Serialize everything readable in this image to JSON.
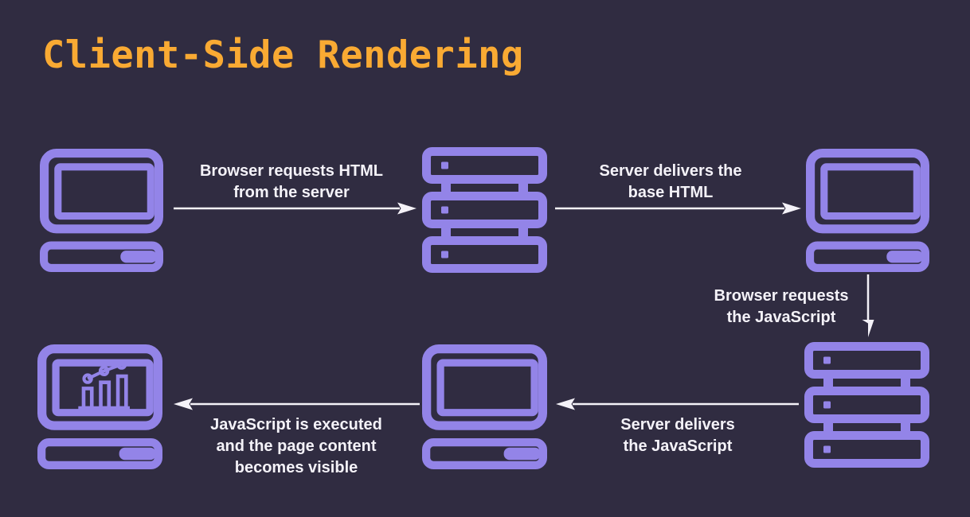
{
  "title": "Client-Side Rendering",
  "colors": {
    "background": "#302c41",
    "icon_purple": "#9384e8",
    "title_orange": "#f9aa33",
    "arrow_and_text_white": "#f4f2f8"
  },
  "nodes": [
    {
      "id": "browser-initial",
      "type": "computer"
    },
    {
      "id": "server-top",
      "type": "server"
    },
    {
      "id": "browser-top-right",
      "type": "computer"
    },
    {
      "id": "server-bottom-right",
      "type": "server"
    },
    {
      "id": "browser-bottom-middle",
      "type": "computer"
    },
    {
      "id": "browser-rendered",
      "type": "computer-chart"
    }
  ],
  "steps": [
    {
      "label": "Browser requests HTML\nfrom the server",
      "direction": "right"
    },
    {
      "label": "Server delivers the\nbase HTML",
      "direction": "right"
    },
    {
      "label": "Browser requests\nthe JavaScript",
      "direction": "down"
    },
    {
      "label": "Server delivers\nthe JavaScript",
      "direction": "left"
    },
    {
      "label": "JavaScript is executed\nand the page content\nbecomes visible",
      "direction": "left"
    }
  ]
}
